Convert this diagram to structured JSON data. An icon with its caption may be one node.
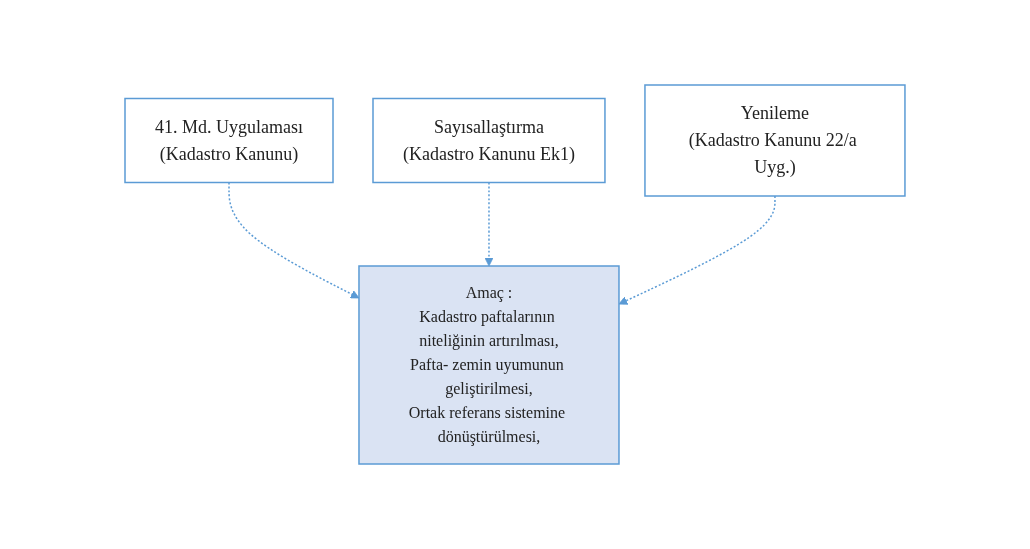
{
  "diagram": {
    "nodes": [
      {
        "text": [
          "41. Md. Uygulaması",
          "(Kadastro Kanunu)"
        ]
      },
      {
        "text": [
          "Sayısallaştırma",
          "(Kadastro Kanunu Ek1)"
        ]
      },
      {
        "text": [
          "Yenileme",
          "(Kadastro Kanunu 22/a Uyg.)"
        ]
      },
      {
        "text": [
          "Amaç :",
          "Kadastro paftalarının niteliğinin artırılması,",
          "Pafta- zemin uyumunun geliştirilmesi,",
          "Ortak referans sistemine dönüştürülmesi,"
        ]
      }
    ],
    "edges": [
      {
        "from": 0,
        "to": 3,
        "arrow": "to",
        "style": "dashed"
      },
      {
        "from": 1,
        "to": 3,
        "arrow": "to",
        "style": "dashed"
      },
      {
        "from": 2,
        "to": 3,
        "arrow": "to",
        "style": "dashed"
      }
    ]
  }
}
